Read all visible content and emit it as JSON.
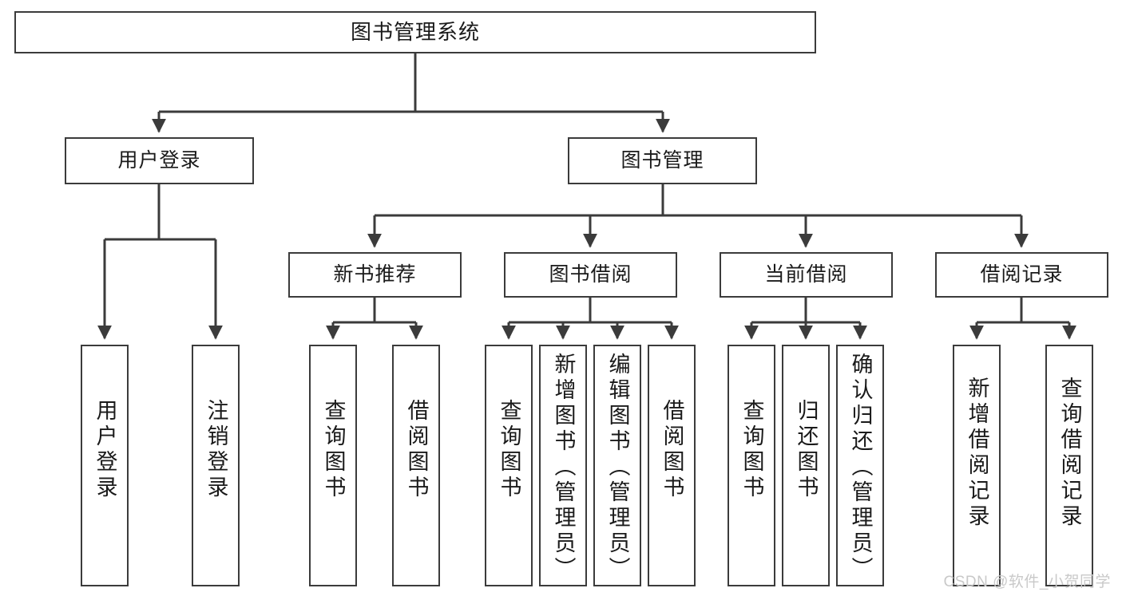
{
  "diagram": {
    "title": "图书管理系统",
    "type": "tree",
    "colors": {
      "box_border": "#3b3b3b",
      "box_fill": "#ffffff",
      "connector": "#3b3b3b",
      "text": "#1a1a1a",
      "watermark": "#c9c9c9",
      "background": "#ffffff"
    },
    "root": {
      "id": "root",
      "label": "图书管理系统",
      "orientation": "horizontal"
    },
    "level2": [
      {
        "id": "user-login",
        "label": "用户登录",
        "orientation": "horizontal"
      },
      {
        "id": "book-management",
        "label": "图书管理",
        "orientation": "horizontal"
      }
    ],
    "level3": [
      {
        "id": "new-book-recommend",
        "label": "新书推荐",
        "orientation": "horizontal",
        "parent": "book-management"
      },
      {
        "id": "book-borrow",
        "label": "图书借阅",
        "orientation": "horizontal",
        "parent": "book-management"
      },
      {
        "id": "current-borrow",
        "label": "当前借阅",
        "orientation": "horizontal",
        "parent": "book-management"
      },
      {
        "id": "borrow-record",
        "label": "借阅记录",
        "orientation": "horizontal",
        "parent": "book-management"
      }
    ],
    "leaves": [
      {
        "id": "leaf-user-login",
        "label": "用户登录",
        "parent": "user-login"
      },
      {
        "id": "leaf-user-logout",
        "label": "注销登录",
        "parent": "user-login"
      },
      {
        "id": "leaf-query-book-1",
        "label": "查询图书",
        "parent": "new-book-recommend"
      },
      {
        "id": "leaf-borrow-book-1",
        "label": "借阅图书",
        "parent": "new-book-recommend"
      },
      {
        "id": "leaf-query-book-2",
        "label": "查询图书",
        "parent": "book-borrow"
      },
      {
        "id": "leaf-add-book",
        "label": "新增图书（管理员）",
        "parent": "book-borrow"
      },
      {
        "id": "leaf-edit-book",
        "label": "编辑图书（管理员）",
        "parent": "book-borrow"
      },
      {
        "id": "leaf-borrow-book-2",
        "label": "借阅图书",
        "parent": "book-borrow"
      },
      {
        "id": "leaf-query-book-3",
        "label": "查询图书",
        "parent": "current-borrow"
      },
      {
        "id": "leaf-return-book",
        "label": "归还图书",
        "parent": "current-borrow"
      },
      {
        "id": "leaf-confirm-return",
        "label": "确认归还（管理员）",
        "parent": "current-borrow"
      },
      {
        "id": "leaf-add-record",
        "label": "新增借阅记录",
        "parent": "borrow-record"
      },
      {
        "id": "leaf-query-record",
        "label": "查询借阅记录",
        "parent": "borrow-record"
      }
    ]
  },
  "watermark": {
    "text": "CSDN @软件_小贺同学"
  }
}
